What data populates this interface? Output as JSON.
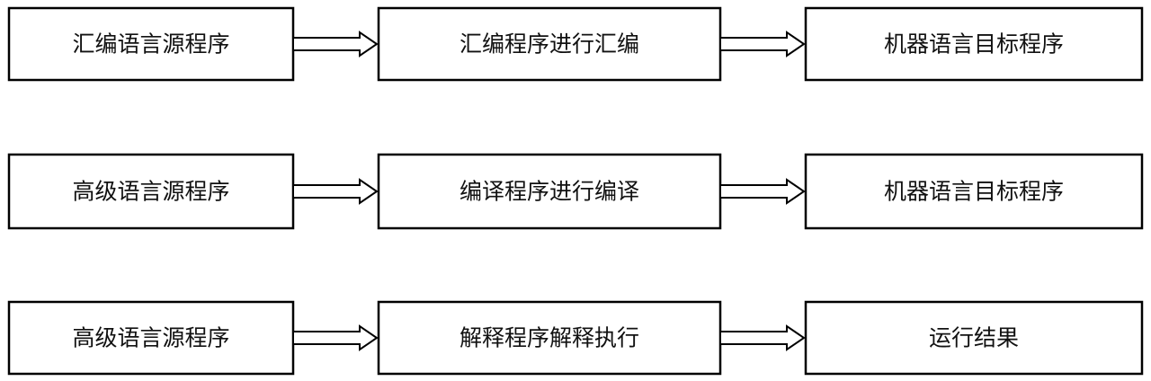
{
  "rows": [
    {
      "steps": [
        {
          "label": "汇编语言源程序"
        },
        {
          "label": "汇编程序进行汇编"
        },
        {
          "label": "机器语言目标程序"
        }
      ]
    },
    {
      "steps": [
        {
          "label": "高级语言源程序"
        },
        {
          "label": "编译程序进行编译"
        },
        {
          "label": "机器语言目标程序"
        }
      ]
    },
    {
      "steps": [
        {
          "label": "高级语言源程序"
        },
        {
          "label": "解释程序解释执行"
        },
        {
          "label": "运行结果"
        }
      ]
    }
  ],
  "colors": {
    "stroke": "#000000",
    "fill": "#ffffff",
    "text": "#111111"
  }
}
